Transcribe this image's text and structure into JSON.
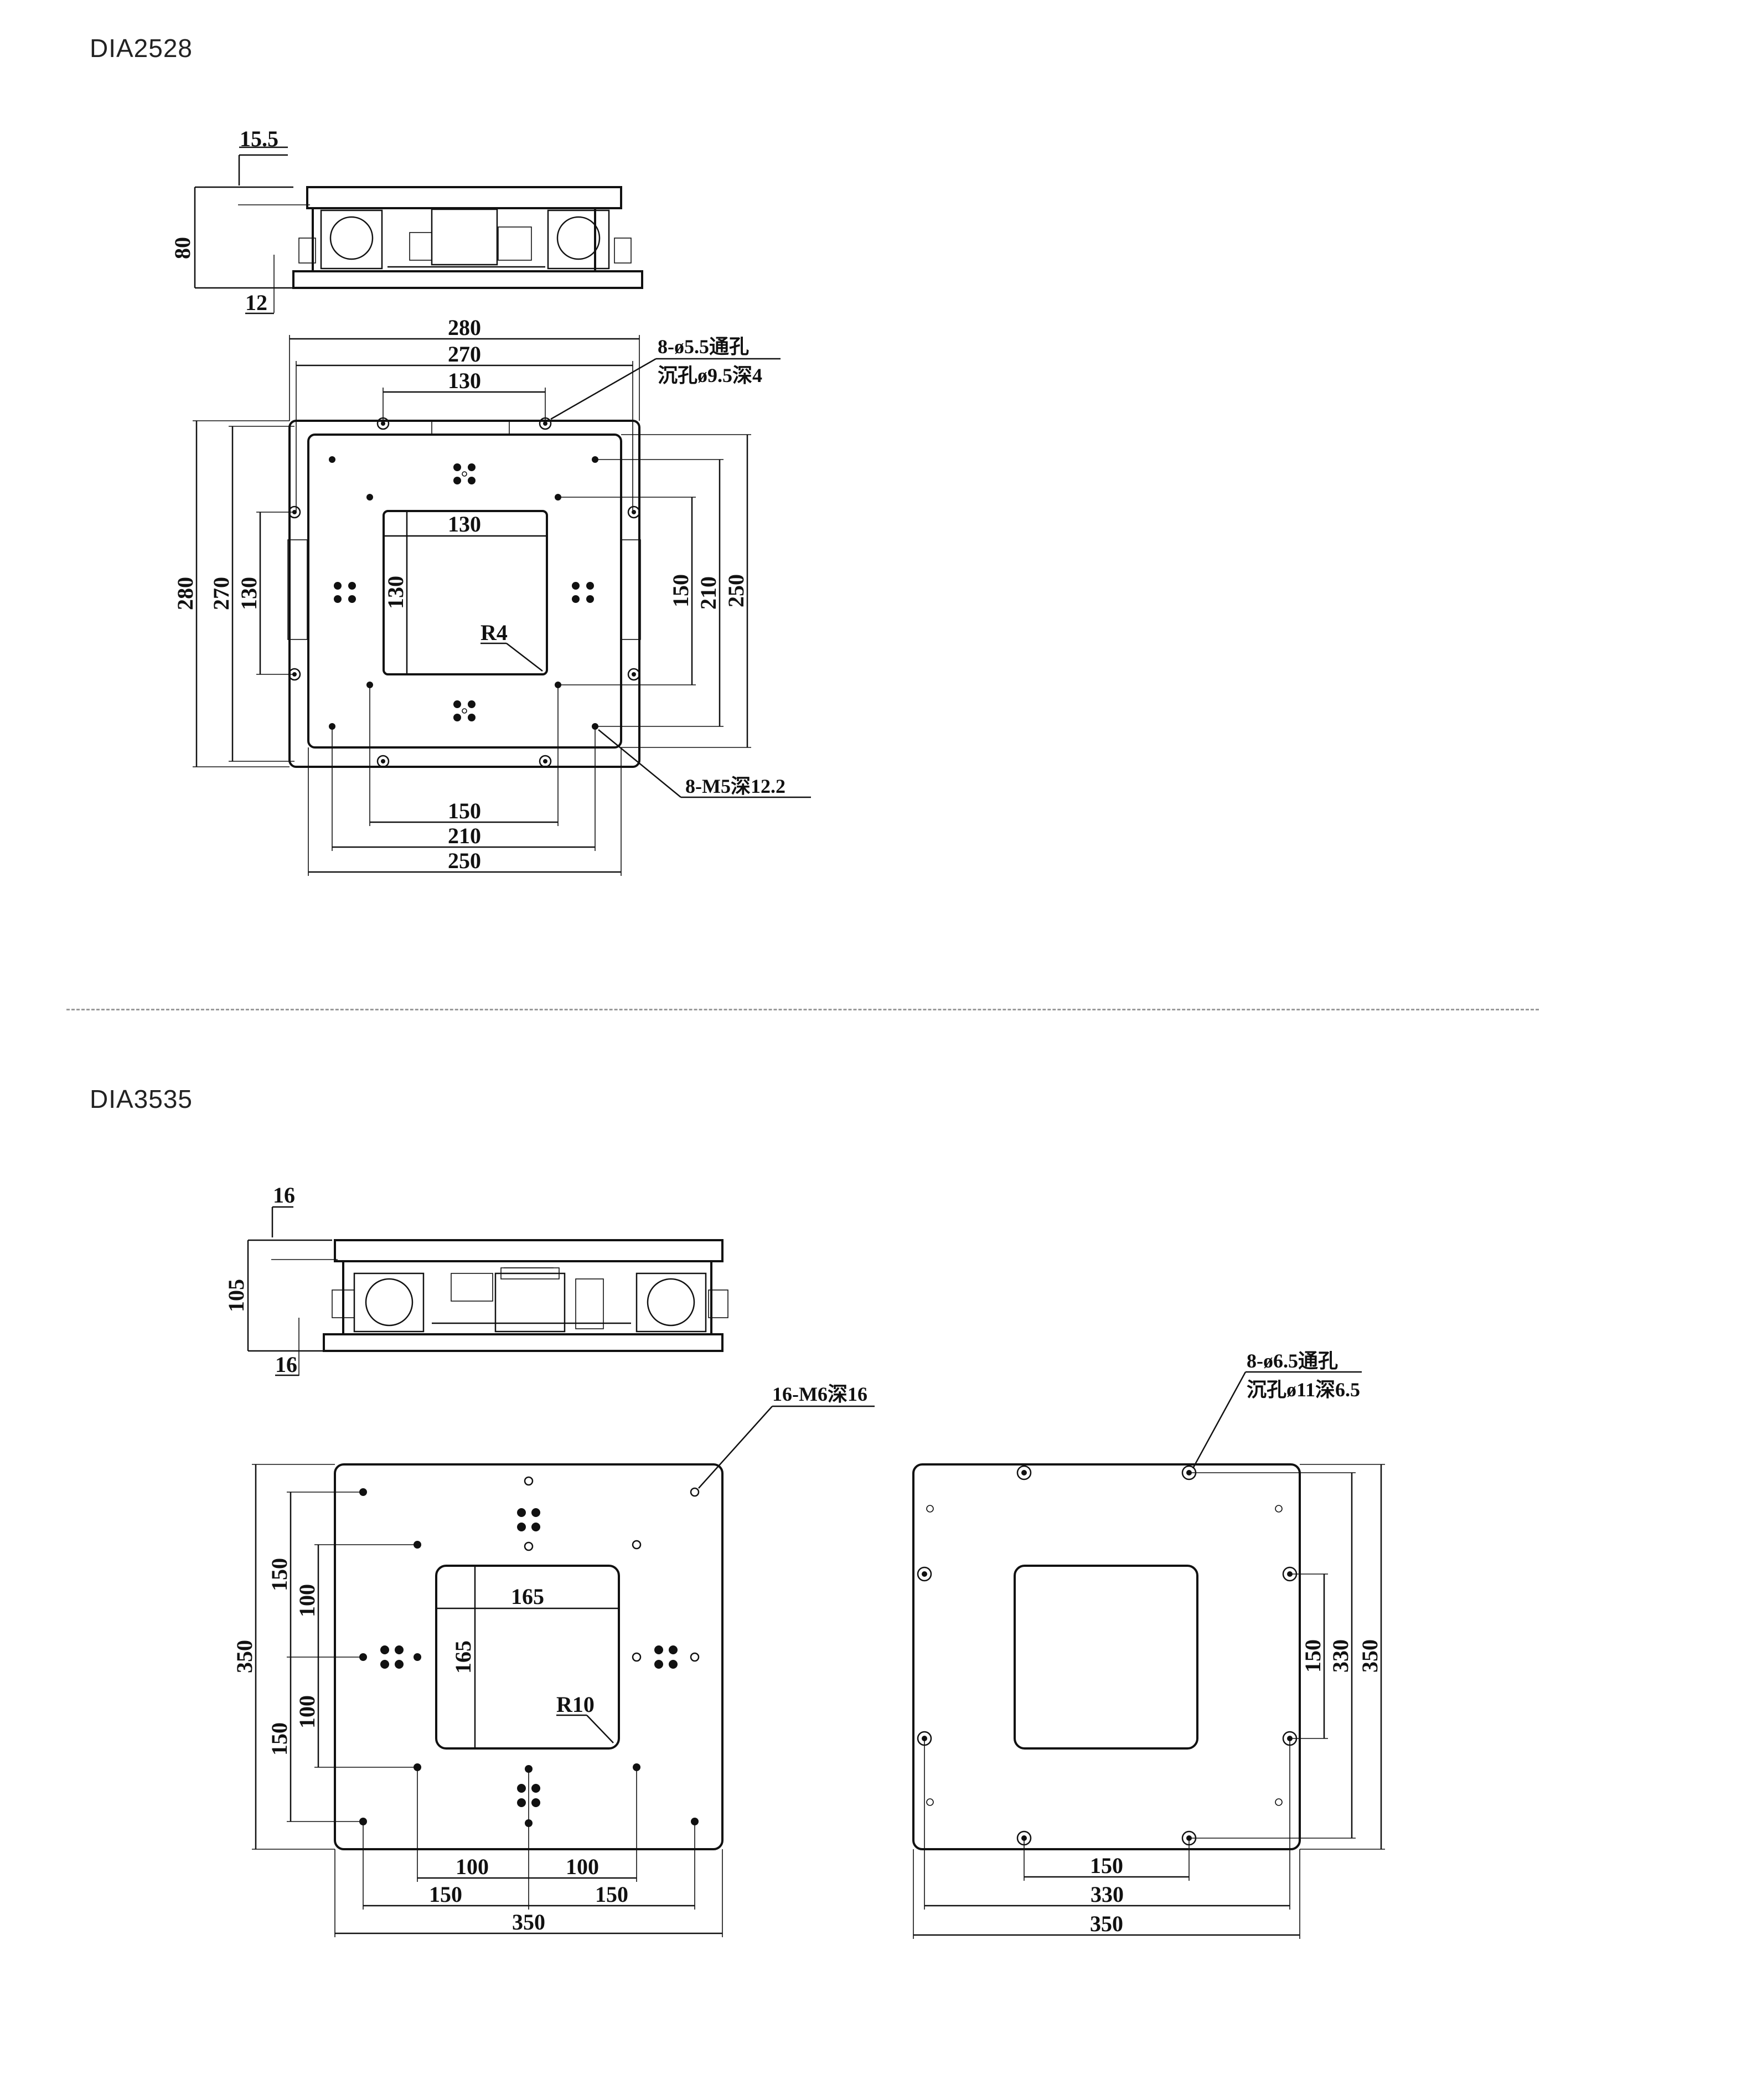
{
  "models": [
    {
      "name": "DIA2528",
      "side_view": {
        "dims": [
          "15.5",
          "80",
          "12"
        ]
      },
      "top_view": {
        "dims_top": [
          "280",
          "270",
          "130"
        ],
        "dims_left": [
          "280",
          "270",
          "130"
        ],
        "dims_right": [
          "150",
          "210",
          "250"
        ],
        "dims_bottom": [
          "150",
          "210",
          "250"
        ],
        "center_dims": [
          "130",
          "130"
        ],
        "radius": "R4",
        "note_through_holes": [
          "8-ø5.5通孔",
          "沉孔ø9.5深4"
        ],
        "note_tapped_holes": "8-M5深12.2"
      }
    },
    {
      "name": "DIA3535",
      "side_view": {
        "dims": [
          "16",
          "105",
          "16"
        ]
      },
      "front_view": {
        "note_tapped_holes": "16-M6深16",
        "dims_left": [
          "350",
          "150",
          "100",
          "100",
          "150"
        ],
        "dims_bottom": [
          "100",
          "100",
          "150",
          "150",
          "350"
        ],
        "center_dims": [
          "165",
          "165"
        ],
        "radius": "R10"
      },
      "back_view": {
        "note_through_holes": [
          "8-ø6.5通孔",
          "沉孔ø11深6.5"
        ],
        "dims_right": [
          "150",
          "330",
          "350"
        ],
        "dims_bottom": [
          "150",
          "330",
          "350"
        ]
      }
    }
  ]
}
